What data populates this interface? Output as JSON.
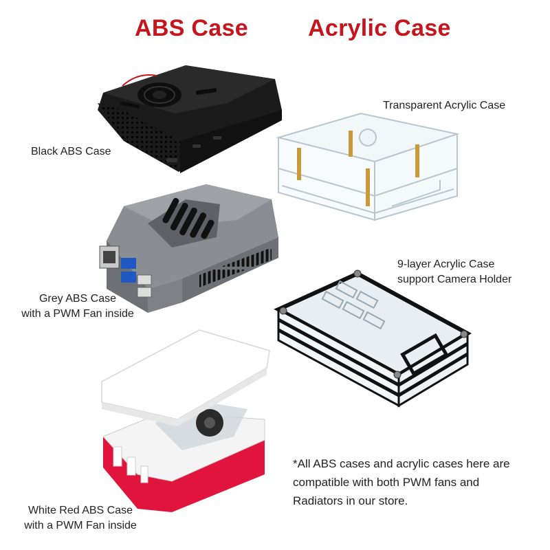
{
  "headings": {
    "abs": "ABS Case",
    "acrylic": "Acrylic Case"
  },
  "labels": {
    "black_abs": "Black ABS Case",
    "transparent_acrylic": "Transparent Acrylic Case",
    "grey_abs_line1": "Grey ABS Case",
    "grey_abs_line2": "with a PWM Fan inside",
    "nine_layer_line1": "9-layer Acrylic Case",
    "nine_layer_line2": "support Camera Holder",
    "white_red_line1": "White Red ABS Case",
    "white_red_line2": "with a PWM Fan inside"
  },
  "note": {
    "line1": "*All ABS cases and acrylic cases here are",
    "line2": "compatible with both PWM fans and",
    "line3": "Radiators in our store."
  },
  "colors": {
    "heading": "#c4161c",
    "accent_red": "#e0143c",
    "black_case": "#151515",
    "grey_case": "#7d8085",
    "brass": "#c99a3a"
  }
}
